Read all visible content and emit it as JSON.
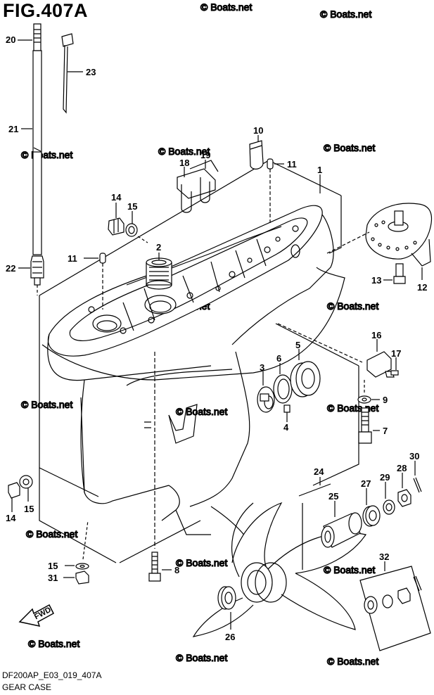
{
  "figure": {
    "title": "FIG.407A",
    "model_code": "DF200AP_E03_019_407A",
    "caption": "GEAR CASE"
  },
  "watermark": {
    "text": "© Boats.net"
  },
  "fwd_label": "FWD",
  "callouts": [
    {
      "id": "20",
      "part": "rod-top-end"
    },
    {
      "id": "23",
      "part": "cable-tie"
    },
    {
      "id": "21",
      "part": "shift-rod"
    },
    {
      "id": "22",
      "part": "rod-lower-end"
    },
    {
      "id": "10",
      "part": "anode-cap"
    },
    {
      "id": "19",
      "part": "clip-plate"
    },
    {
      "id": "18",
      "part": "clip-bracket"
    },
    {
      "id": "11",
      "part": "dowel-pin"
    },
    {
      "id": "1",
      "part": "gear-case"
    },
    {
      "id": "14",
      "part": "plug"
    },
    {
      "id": "15",
      "part": "gasket"
    },
    {
      "id": "2",
      "part": "bushing"
    },
    {
      "id": "12",
      "part": "trim-tab"
    },
    {
      "id": "13",
      "part": "trim-tab-bolt"
    },
    {
      "id": "16",
      "part": "anode"
    },
    {
      "id": "17",
      "part": "anode-screw"
    },
    {
      "id": "5",
      "part": "bearing"
    },
    {
      "id": "6",
      "part": "seal-ring"
    },
    {
      "id": "3",
      "part": "water-pump-plate"
    },
    {
      "id": "4",
      "part": "key"
    },
    {
      "id": "9",
      "part": "washer"
    },
    {
      "id": "7",
      "part": "bolt-long"
    },
    {
      "id": "8",
      "part": "bolt-short"
    },
    {
      "id": "24",
      "part": "propeller"
    },
    {
      "id": "25",
      "part": "bushing-sleeve"
    },
    {
      "id": "27",
      "part": "spacer"
    },
    {
      "id": "29",
      "part": "washer-prop"
    },
    {
      "id": "28",
      "part": "propeller-nut"
    },
    {
      "id": "30",
      "part": "cotter-pin"
    },
    {
      "id": "32",
      "part": "propeller-hardware-set"
    },
    {
      "id": "26",
      "part": "thrust-washer"
    },
    {
      "id": "31",
      "part": "drain-plug"
    }
  ],
  "colors": {
    "line": "#000000",
    "background": "#ffffff",
    "watermark": "#cfcfcf"
  }
}
